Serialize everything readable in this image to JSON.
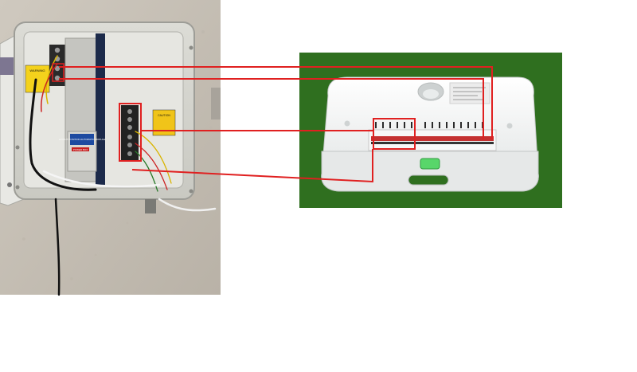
{
  "left_photo": {
    "warning_label": "WARNING",
    "module_label": "LAYOUT POSITION AUTOMATIC MODULE",
    "module_badge": "POWER BOX",
    "caution_label": "CAUTION"
  },
  "right_photo": {
    "background_color": "#2f6f1f",
    "device_color": "#f2f3f3"
  },
  "annotation_color": "#e02020"
}
